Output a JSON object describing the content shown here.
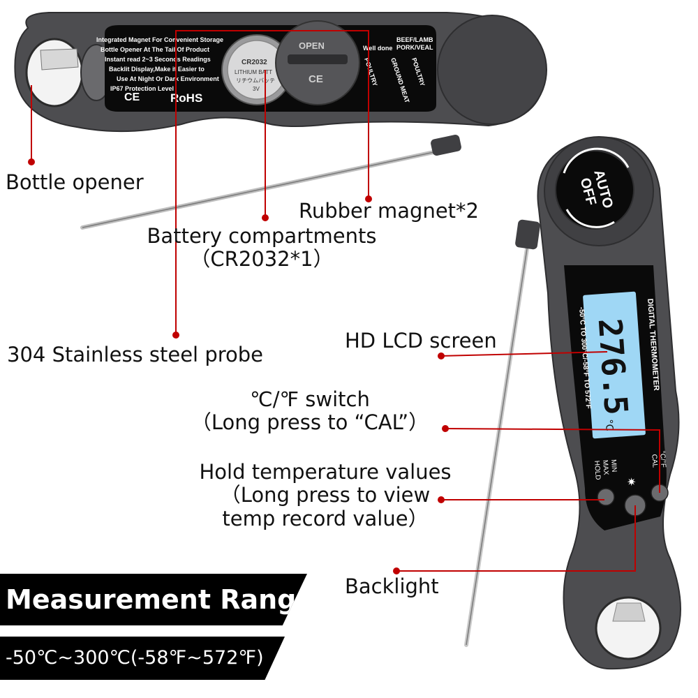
{
  "colors": {
    "accent": "#c00000",
    "body": "#4d4d50",
    "panel": "#0a0a0a",
    "lcd": "#9fd7f5"
  },
  "labels": {
    "bottle_opener": "Bottle opener",
    "rubber_magnet": "Rubber magnet*2",
    "battery_line1": "Battery compartments",
    "battery_line2": "（CR2032*1）",
    "probe": "304 Stainless steel probe",
    "lcd_screen": "HD LCD screen",
    "switch_line1": "℃/℉ switch",
    "switch_line2": "（Long press to “CAL”）",
    "hold_line1": "Hold temperature values",
    "hold_line2": "（Long press to view",
    "hold_line3": "temp record value）",
    "backlight": "Backlight"
  },
  "banner": {
    "title": "Measurement Range:",
    "range": "-50℃~300℃(-58℉~572℉)"
  },
  "device_top": {
    "features": [
      "Integrated Magnet For Convenient Storage",
      "Bottle Opener At The Tail Of Product",
      "Instant read 2~3 Seconds Readings",
      "Backlit Display,Make it Easier to",
      "Use At Night Or Dark Environment",
      "IP67 Protection Level"
    ],
    "ce_mark": "CE",
    "rohs_mark": "RoHS",
    "battery_text1": "CR2032",
    "battery_text2": "LITHIUM BATT",
    "battery_text3": "リチウムバッテ",
    "battery_text4": "3V",
    "cover_open": "OPEN",
    "cover_ce": "CE",
    "doneness_header1": "BEEF/LAMB",
    "doneness_header2": "PORK/VEAL",
    "doneness_items": [
      "Well done",
      "POULTRY",
      "GROUND MEAT",
      "POULTRY"
    ]
  },
  "device_side": {
    "auto_off_line1": "AUTO",
    "auto_off_line2": "OFF",
    "title": "DIGITAL THERMOMETER",
    "range_text": "-50°C TO 300°C/-58°F TO 572°F",
    "reading": "276.5",
    "unit": "°C",
    "hold_label1": "HOLD",
    "hold_label2": "MAX",
    "hold_label3": "MIN",
    "cal_label1": "°C/°F",
    "cal_label2": "CAL",
    "backlight_symbol": "✷"
  }
}
